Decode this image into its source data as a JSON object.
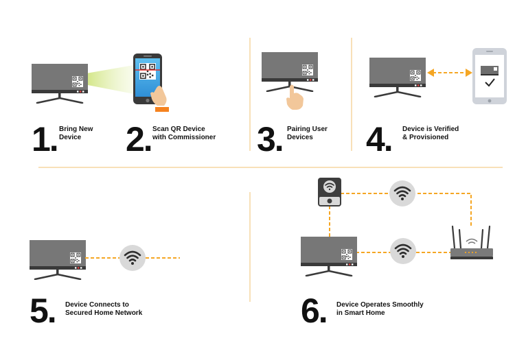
{
  "colors": {
    "monitor": "#7a7a7a",
    "monitor_dark": "#3a3a3a",
    "accent": "#f5a623",
    "divider": "#f0c070",
    "wifi_bg": "#d9d9d9",
    "wifi_icon": "#2e2e2e",
    "beam": "#9ccb3a"
  },
  "steps": [
    {
      "number": "1.",
      "label_lines": [
        "Bring New",
        "Device"
      ]
    },
    {
      "number": "2.",
      "label_lines": [
        "Scan QR Device",
        "with Commissioner"
      ]
    },
    {
      "number": "3.",
      "label_lines": [
        "Pairing User",
        "Devices"
      ]
    },
    {
      "number": "4.",
      "label_lines": [
        "Device is Verified",
        "& Provisioned"
      ]
    },
    {
      "number": "5.",
      "label_lines": [
        "Device Connects to",
        "Secured Home Network"
      ]
    },
    {
      "number": "6.",
      "label_lines": [
        "Device Operates Smoothly",
        "in Smart Home"
      ]
    }
  ],
  "icons": {
    "monitor": "monitor-icon",
    "qr": "qr-code-icon",
    "phone": "smartphone-icon",
    "hand": "hand-icon",
    "wifi": "wifi-icon",
    "camera": "security-camera-icon",
    "router": "router-icon",
    "check": "checkmark-icon"
  }
}
